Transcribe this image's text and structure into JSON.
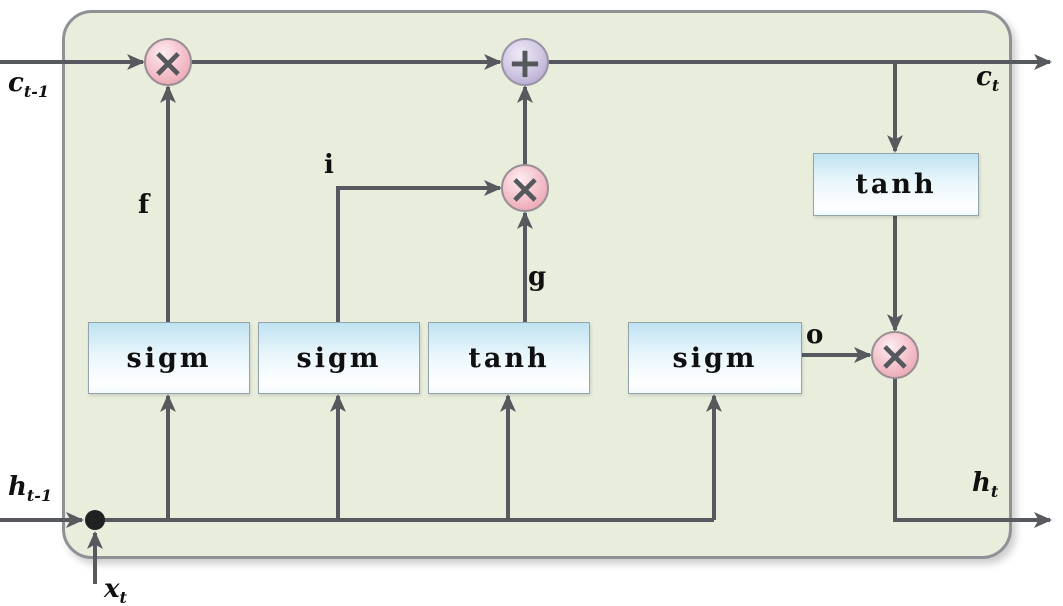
{
  "diagram": {
    "type": "lstm-cell",
    "gates": [
      {
        "label": "sigm"
      },
      {
        "label": "sigm"
      },
      {
        "label": "tanh"
      },
      {
        "label": "sigm"
      }
    ],
    "output_activation": {
      "label": "tanh"
    },
    "operators": {
      "multiply": "×",
      "add": "+"
    },
    "wire_labels": {
      "forget": "f",
      "input": "i",
      "candidate": "g",
      "output": "o"
    },
    "io_labels": {
      "c_prev": {
        "base": "c",
        "sub": "t-1"
      },
      "c_next": {
        "base": "c",
        "sub": "t"
      },
      "h_prev": {
        "base": "h",
        "sub": "t-1"
      },
      "h_next": {
        "base": "h",
        "sub": "t"
      },
      "x_in": {
        "base": "x",
        "sub": "t"
      }
    },
    "colors": {
      "cell_background": "#e9eddc",
      "cell_border": "#8e9296",
      "wire": "#565a5e",
      "multiply_node": "#f0b6c2",
      "add_node": "#c9bfdd",
      "gate_top": "#bfe2f1",
      "gate_bottom": "#ffffff",
      "junction_dot": "#1f2123"
    }
  }
}
